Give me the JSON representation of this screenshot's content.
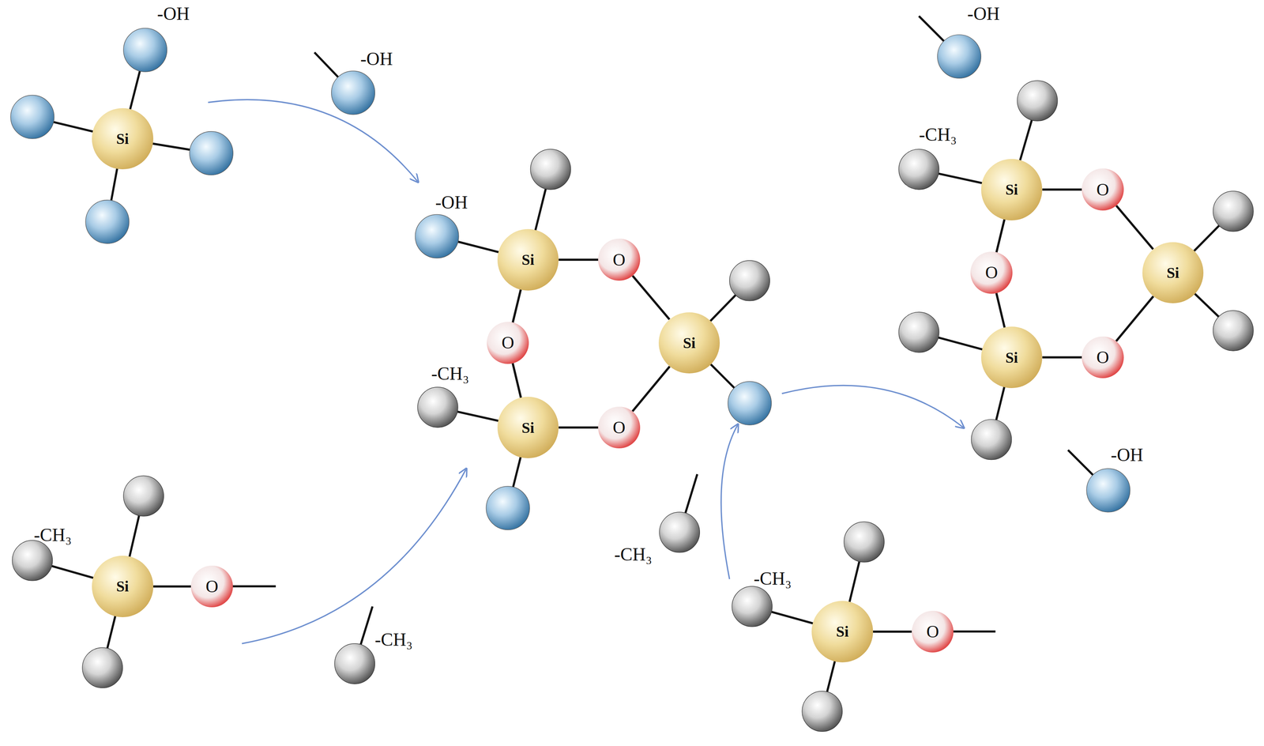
{
  "diagram": {
    "nodes": [
      {
        "text": [
          "Si"
        ]
      },
      {
        "text": [
          "Si"
        ]
      },
      {
        "text": [
          "O"
        ]
      },
      {
        "text": [
          "O"
        ]
      },
      {
        "text": [
          "Si"
        ]
      },
      {
        "text": [
          "Si"
        ]
      },
      {
        "text": [
          "O"
        ]
      },
      {
        "text": [
          "Si"
        ]
      },
      {
        "text": [
          "O"
        ]
      },
      {
        "text": [
          "Si"
        ]
      },
      {
        "text": [
          "O"
        ]
      },
      {
        "text": [
          "Si"
        ]
      },
      {
        "text": [
          "O"
        ]
      },
      {
        "text": [
          "O"
        ]
      },
      {
        "text": [
          "Si"
        ]
      },
      {
        "text": [
          "Si"
        ]
      },
      {
        "text": [
          "O"
        ]
      }
    ],
    "edges": [
      {
        "from": 1,
        "to": 2,
        "arrow": "none"
      },
      {
        "from": 2,
        "to": 4,
        "arrow": "none"
      },
      {
        "from": 1,
        "to": 3,
        "arrow": "none"
      },
      {
        "from": 3,
        "to": 5,
        "arrow": "none"
      },
      {
        "from": 5,
        "to": 6,
        "arrow": "none"
      },
      {
        "from": 6,
        "to": 4,
        "arrow": "none"
      },
      {
        "from": 7,
        "to": 8,
        "arrow": "none"
      },
      {
        "from": 9,
        "to": 10,
        "arrow": "none"
      },
      {
        "from": 11,
        "to": 12,
        "arrow": "none"
      },
      {
        "from": 12,
        "to": 14,
        "arrow": "none"
      },
      {
        "from": 11,
        "to": 13,
        "arrow": "none"
      },
      {
        "from": 13,
        "to": 15,
        "arrow": "none"
      },
      {
        "from": 15,
        "to": 16,
        "arrow": "none"
      },
      {
        "from": 16,
        "to": 14,
        "arrow": "none"
      }
    ],
    "labels": [
      "-OH",
      "-OH",
      "-OH",
      "-OH",
      "-CH₃",
      "-CH₃",
      "-OH",
      "-CH₃",
      "-CH₃",
      "-CH₃",
      "-CH₃"
    ]
  }
}
